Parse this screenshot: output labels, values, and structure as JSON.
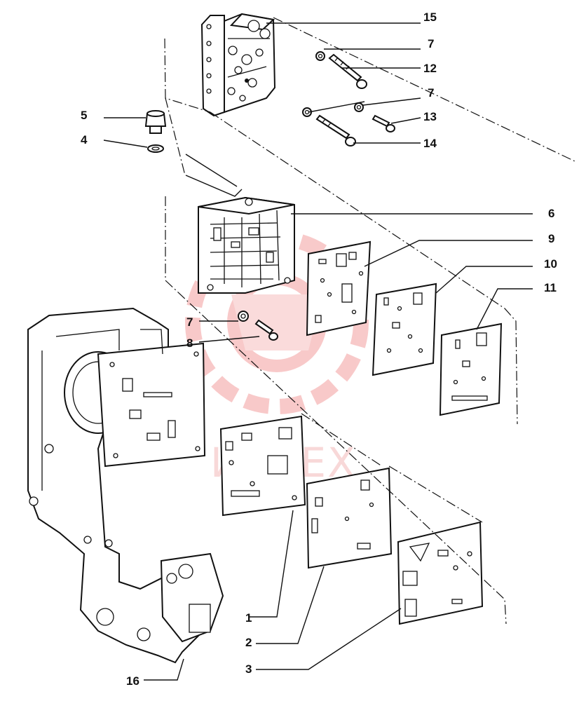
{
  "watermark": {
    "text": "ИНТЕХ",
    "color": "#f3b9b9"
  },
  "labels": {
    "l15": "15",
    "l7a": "7",
    "l12": "12",
    "l7b": "7",
    "l13": "13",
    "l14": "14",
    "l5": "5",
    "l4": "4",
    "l6": "6",
    "l9": "9",
    "l10": "10",
    "l11": "11",
    "l7c": "7",
    "l8": "8",
    "l1": "1",
    "l2": "2",
    "l3": "3",
    "l16": "16"
  }
}
